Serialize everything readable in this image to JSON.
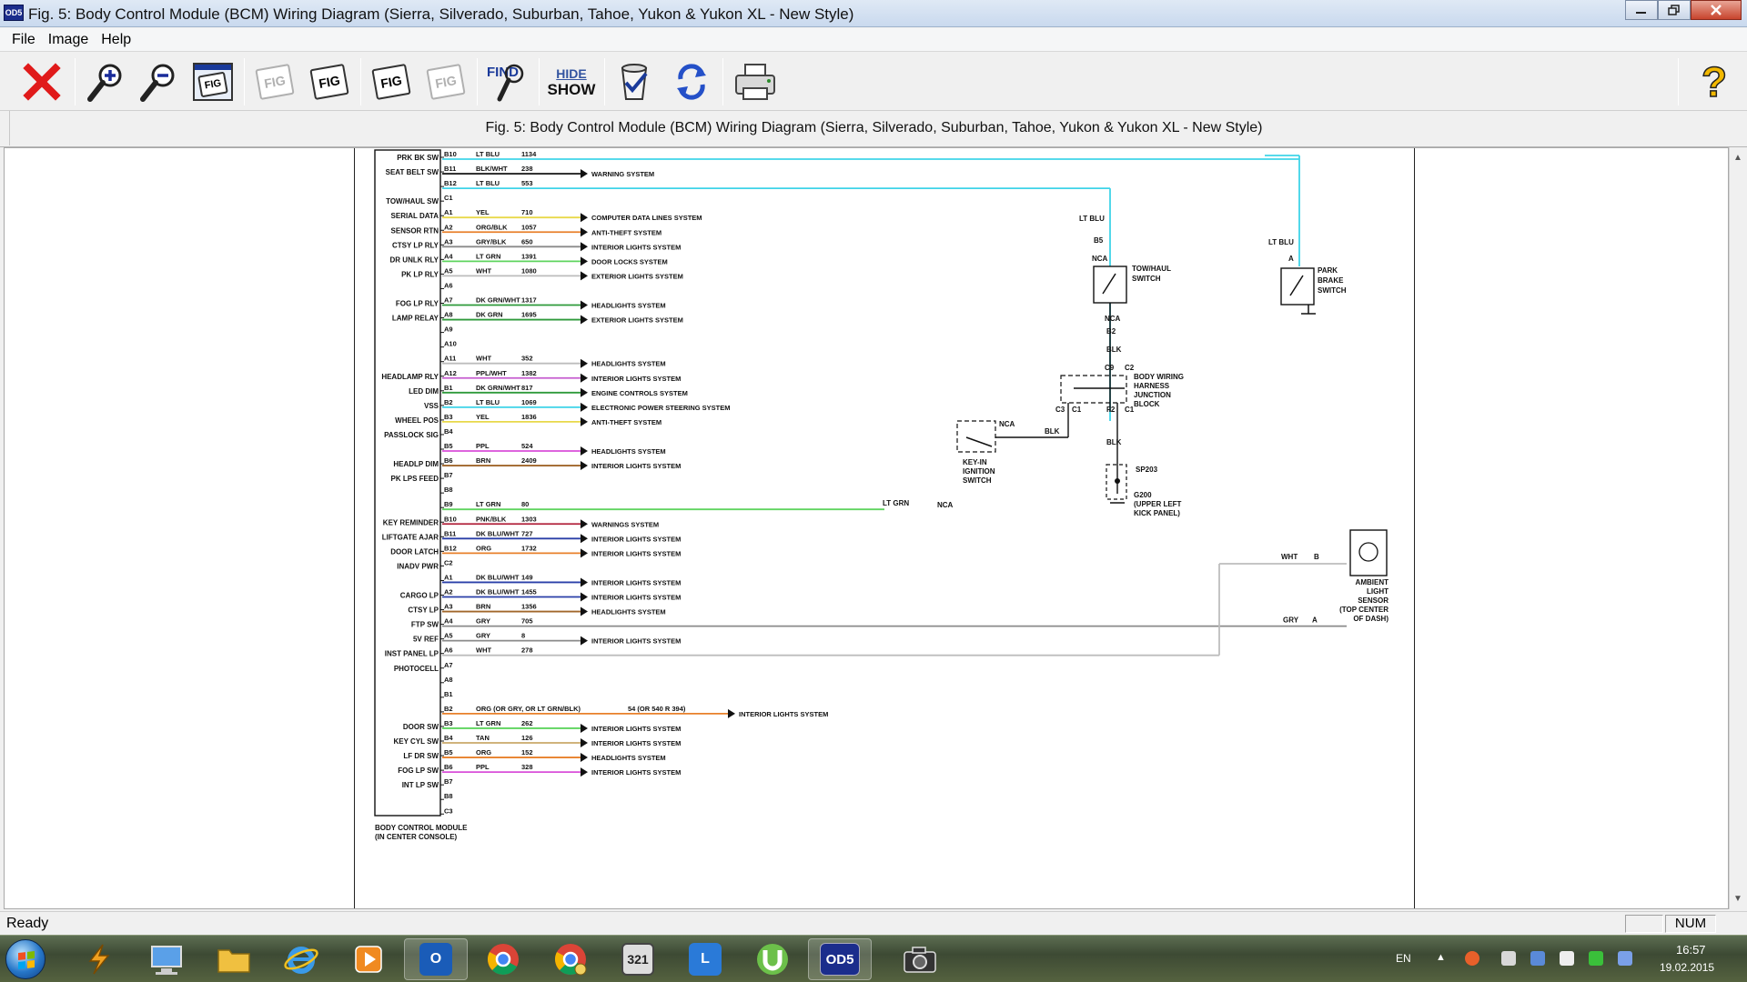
{
  "window": {
    "app_icon": "OD5",
    "title": "Fig. 5: Body Control Module (BCM) Wiring Diagram (Sierra, Silverado, Suburban, Tahoe, Yukon & Yukon XL - New Style)",
    "controls": {
      "minimize": "minimize-icon",
      "restore": "restore-icon",
      "close": "close-icon"
    }
  },
  "menu": {
    "items": [
      "File",
      "Image",
      "Help"
    ]
  },
  "toolbar": {
    "buttons": [
      {
        "name": "close-diagram-button",
        "icon": "red-x-icon"
      },
      {
        "name": "zoom-in-button",
        "icon": "magnifier-plus-icon"
      },
      {
        "name": "zoom-out-button",
        "icon": "magnifier-minus-icon"
      },
      {
        "name": "fig-window-button",
        "icon": "fig-window-icon"
      },
      {
        "name": "fig-previous-button",
        "icon": "fig-faded-icon"
      },
      {
        "name": "fig-select-button",
        "icon": "fig-hand-icon"
      },
      {
        "name": "fig-back-button",
        "icon": "fig-back-icon"
      },
      {
        "name": "fig-forward-button",
        "icon": "fig-forward-faded-icon"
      },
      {
        "name": "find-button",
        "icon": "find-icon"
      },
      {
        "name": "hide-show-button",
        "icon": "hide-show-icon"
      },
      {
        "name": "edit-button",
        "icon": "bucket-check-icon"
      },
      {
        "name": "refresh-button",
        "icon": "refresh-icon"
      },
      {
        "name": "print-button",
        "icon": "printer-icon"
      },
      {
        "name": "help-button",
        "icon": "question-mark-icon"
      }
    ],
    "fig_label": "FIG",
    "find_label": "FIND",
    "hide_label": "HIDE",
    "show_label": "SHOW",
    "help_label": "?"
  },
  "caption": "Fig. 5: Body Control Module (BCM) Wiring Diagram (Sierra, Silverado, Suburban, Tahoe, Yukon & Yukon XL - New Style)",
  "diagram": {
    "module_label_1": "BODY CONTROL MODULE",
    "module_label_2": "(IN CENTER CONSOLE)",
    "circuits": [
      {
        "func": "PRK BK SW",
        "pin": "B10",
        "color": "LT BLU",
        "ckt": "1134",
        "dest": "",
        "wire": "#3fd4e8",
        "arrow": false,
        "route": "parkbrake"
      },
      {
        "func": "SEAT BELT SW",
        "pin": "B11",
        "color": "BLK/WHT",
        "ckt": "238",
        "dest": "WARNING SYSTEM",
        "wire": "#222222",
        "arrow": true
      },
      {
        "func": "",
        "pin": "B12",
        "color": "LT BLU",
        "ckt": "553",
        "dest": "",
        "wire": "#3fd4e8",
        "arrow": false,
        "route": "towhaul"
      },
      {
        "func": "TOW/HAUL SW",
        "pin": "C1",
        "color": "",
        "ckt": "",
        "dest": "",
        "wire": "",
        "arrow": false
      },
      {
        "func": "SERIAL DATA",
        "pin": "A1",
        "color": "YEL",
        "ckt": "710",
        "dest": "COMPUTER DATA LINES SYSTEM",
        "wire": "#e8d84a",
        "arrow": true
      },
      {
        "func": "SENSOR RTN",
        "pin": "A2",
        "color": "ORG/BLK",
        "ckt": "1057",
        "dest": "ANTI-THEFT SYSTEM",
        "wire": "#e8802a",
        "arrow": true
      },
      {
        "func": "CTSY LP RLY",
        "pin": "A3",
        "color": "GRY/BLK",
        "ckt": "650",
        "dest": "INTERIOR LIGHTS SYSTEM",
        "wire": "#8a8a8a",
        "arrow": true
      },
      {
        "func": "DR UNLK RLY",
        "pin": "A4",
        "color": "LT GRN",
        "ckt": "1391",
        "dest": "DOOR LOCKS SYSTEM",
        "wire": "#5fd45f",
        "arrow": true
      },
      {
        "func": "PK LP RLY",
        "pin": "A5",
        "color": "WHT",
        "ckt": "1080",
        "dest": "EXTERIOR LIGHTS SYSTEM",
        "wire": "#bdbdbd",
        "arrow": true
      },
      {
        "func": "",
        "pin": "A6",
        "color": "",
        "ckt": "",
        "dest": "",
        "wire": "",
        "arrow": false
      },
      {
        "func": "FOG LP RLY",
        "pin": "A7",
        "color": "DK GRN/WHT",
        "ckt": "1317",
        "dest": "HEADLIGHTS SYSTEM",
        "wire": "#2e9a3a",
        "arrow": true
      },
      {
        "func": "LAMP RELAY",
        "pin": "A8",
        "color": "DK GRN",
        "ckt": "1695",
        "dest": "EXTERIOR LIGHTS SYSTEM",
        "wire": "#2e9a3a",
        "arrow": true
      },
      {
        "func": "",
        "pin": "A9",
        "color": "",
        "ckt": "",
        "dest": "",
        "wire": "",
        "arrow": false
      },
      {
        "func": "",
        "pin": "A10",
        "color": "",
        "ckt": "",
        "dest": "",
        "wire": "",
        "arrow": false
      },
      {
        "func": "",
        "pin": "A11",
        "color": "WHT",
        "ckt": "352",
        "dest": "HEADLIGHTS SYSTEM",
        "wire": "#bdbdbd",
        "arrow": true
      },
      {
        "func": "HEADLAMP RLY",
        "pin": "A12",
        "color": "PPL/WHT",
        "ckt": "1382",
        "dest": "INTERIOR LIGHTS SYSTEM",
        "wire": "#c55ccf",
        "arrow": true
      },
      {
        "func": "LED DIM",
        "pin": "B1",
        "color": "DK GRN/WHT",
        "ckt": "817",
        "dest": "ENGINE CONTROLS SYSTEM",
        "wire": "#2e9a3a",
        "arrow": true
      },
      {
        "func": "VSS",
        "pin": "B2",
        "color": "LT BLU",
        "ckt": "1069",
        "dest": "ELECTRONIC POWER STEERING SYSTEM",
        "wire": "#3fd4e8",
        "arrow": true
      },
      {
        "func": "WHEEL POS",
        "pin": "B3",
        "color": "YEL",
        "ckt": "1836",
        "dest": "ANTI-THEFT SYSTEM",
        "wire": "#e8d84a",
        "arrow": true
      },
      {
        "func": "PASSLOCK SIG",
        "pin": "B4",
        "color": "",
        "ckt": "",
        "dest": "",
        "wire": "",
        "arrow": false
      },
      {
        "func": "",
        "pin": "B5",
        "color": "PPL",
        "ckt": "524",
        "dest": "HEADLIGHTS SYSTEM",
        "wire": "#d94fd9",
        "arrow": true
      },
      {
        "func": "HEADLP DIM",
        "pin": "B6",
        "color": "BRN",
        "ckt": "2409",
        "dest": "INTERIOR LIGHTS SYSTEM",
        "wire": "#a0662a",
        "arrow": true
      },
      {
        "func": "PK LPS FEED",
        "pin": "B7",
        "color": "",
        "ckt": "",
        "dest": "",
        "wire": "",
        "arrow": false
      },
      {
        "func": "",
        "pin": "B8",
        "color": "",
        "ckt": "",
        "dest": "",
        "wire": "",
        "arrow": false
      },
      {
        "func": "",
        "pin": "B9",
        "color": "LT GRN",
        "ckt": "80",
        "dest": "",
        "wire": "#5fd45f",
        "arrow": false,
        "route": "keyin"
      },
      {
        "func": "KEY REMINDER",
        "pin": "B10",
        "color": "PNK/BLK",
        "ckt": "1303",
        "dest": "WARNINGS SYSTEM",
        "wire": "#b0203a",
        "arrow": true
      },
      {
        "func": "LIFTGATE AJAR",
        "pin": "B11",
        "color": "DK BLU/WHT",
        "ckt": "727",
        "dest": "INTERIOR LIGHTS SYSTEM",
        "wire": "#2a3fa8",
        "arrow": true
      },
      {
        "func": "DOOR LATCH",
        "pin": "B12",
        "color": "ORG",
        "ckt": "1732",
        "dest": "INTERIOR LIGHTS SYSTEM",
        "wire": "#e8802a",
        "arrow": true
      },
      {
        "func": "INADV PWR",
        "pin": "C2",
        "color": "",
        "ckt": "",
        "dest": "",
        "wire": "",
        "arrow": false
      },
      {
        "func": "",
        "pin": "A1",
        "color": "DK BLU/WHT",
        "ckt": "149",
        "dest": "INTERIOR LIGHTS SYSTEM",
        "wire": "#2a3fa8",
        "arrow": true
      },
      {
        "func": "CARGO LP",
        "pin": "A2",
        "color": "DK BLU/WHT",
        "ckt": "1455",
        "dest": "INTERIOR LIGHTS SYSTEM",
        "wire": "#2a3fa8",
        "arrow": true
      },
      {
        "func": "CTSY LP",
        "pin": "A3",
        "color": "BRN",
        "ckt": "1356",
        "dest": "HEADLIGHTS SYSTEM",
        "wire": "#a0662a",
        "arrow": true
      },
      {
        "func": "FTP SW",
        "pin": "A4",
        "color": "GRY",
        "ckt": "705",
        "dest": "",
        "wire": "#8a8a8a",
        "arrow": false,
        "route": "ambient_a"
      },
      {
        "func": "5V REF",
        "pin": "A5",
        "color": "GRY",
        "ckt": "8",
        "dest": "INTERIOR LIGHTS SYSTEM",
        "wire": "#8a8a8a",
        "arrow": true
      },
      {
        "func": "INST PANEL LP",
        "pin": "A6",
        "color": "WHT",
        "ckt": "278",
        "dest": "",
        "wire": "#bdbdbd",
        "arrow": false,
        "route": "ambient_b"
      },
      {
        "func": "PHOTOCELL",
        "pin": "A7",
        "color": "",
        "ckt": "",
        "dest": "",
        "wire": "",
        "arrow": false
      },
      {
        "func": "",
        "pin": "A8",
        "color": "",
        "ckt": "",
        "dest": "",
        "wire": "",
        "arrow": false
      },
      {
        "func": "",
        "pin": "B1",
        "color": "",
        "ckt": "",
        "dest": "",
        "wire": "",
        "arrow": false
      },
      {
        "func": "",
        "pin": "B2",
        "color": "ORG (OR GRY, OR LT GRN/BLK)",
        "ckt": "54 (OR 540 R 394)",
        "dest": "INTERIOR LIGHTS SYSTEM",
        "wire": "#e8802a",
        "arrow": true,
        "long": true
      },
      {
        "func": "DOOR SW",
        "pin": "B3",
        "color": "LT GRN",
        "ckt": "262",
        "dest": "INTERIOR LIGHTS SYSTEM",
        "wire": "#5fd45f",
        "arrow": true
      },
      {
        "func": "KEY CYL SW",
        "pin": "B4",
        "color": "TAN",
        "ckt": "126",
        "dest": "INTERIOR LIGHTS SYSTEM",
        "wire": "#c9a86a",
        "arrow": true
      },
      {
        "func": "LF DR SW",
        "pin": "B5",
        "color": "ORG",
        "ckt": "152",
        "dest": "HEADLIGHTS SYSTEM",
        "wire": "#e8802a",
        "arrow": true
      },
      {
        "func": "FOG LP SW",
        "pin": "B6",
        "color": "PPL",
        "ckt": "328",
        "dest": "INTERIOR LIGHTS SYSTEM",
        "wire": "#d94fd9",
        "arrow": true
      },
      {
        "func": "INT LP SW",
        "pin": "B7",
        "color": "",
        "ckt": "",
        "dest": "",
        "wire": "",
        "arrow": false
      },
      {
        "func": "",
        "pin": "B8",
        "color": "",
        "ckt": "",
        "dest": "",
        "wire": "",
        "arrow": false
      },
      {
        "func": "",
        "pin": "C3",
        "color": "",
        "ckt": "",
        "dest": "",
        "wire": "",
        "arrow": false
      }
    ],
    "components": {
      "towhaul_wire_label": "LT BLU",
      "towhaul_pin_top": "B5",
      "towhaul_nca_top": "NCA",
      "towhaul_name_1": "TOW/HAUL",
      "towhaul_name_2": "SWITCH",
      "towhaul_nca_bottom": "NCA",
      "towhaul_pin_bottom": "B2",
      "towhaul_blk": "BLK",
      "parkbrake_wire_label": "LT BLU",
      "parkbrake_pin": "A",
      "parkbrake_name_1": "PARK",
      "parkbrake_name_2": "BRAKE",
      "parkbrake_name_3": "SWITCH",
      "junction_c9": "C9",
      "junction_c2": "C2",
      "junction_name_1": "BODY WIRING",
      "junction_name_2": "HARNESS",
      "junction_name_3": "JUNCTION",
      "junction_name_4": "BLOCK",
      "junction_c3": "C3",
      "junction_c1": "C1",
      "junction_f2": "F2",
      "junction_c1b": "C1",
      "keyin_wire_label": "LT GRN",
      "keyin_nca_left": "NCA",
      "keyin_nca_right": "NCA",
      "keyin_blk": "BLK",
      "keyin_name_1": "KEY-IN",
      "keyin_name_2": "IGNITION",
      "keyin_name_3": "SWITCH",
      "ground_blk": "BLK",
      "splice": "SP203",
      "ground": "G200",
      "ground_note_1": "(UPPER LEFT",
      "ground_note_2": "KICK PANEL)",
      "ambient_gry": "GRY",
      "ambient_pin_a": "A",
      "ambient_wht": "WHT",
      "ambient_pin_b": "B",
      "ambient_name_1": "AMBIENT",
      "ambient_name_2": "LIGHT",
      "ambient_name_3": "SENSOR",
      "ambient_name_4": "(TOP CENTER",
      "ambient_name_5": "OF DASH)"
    }
  },
  "status": {
    "text": "Ready",
    "num": "NUM"
  },
  "taskbar": {
    "apps": [
      {
        "name": "taskbar-winamp",
        "icon": "lightning-icon",
        "label": ""
      },
      {
        "name": "taskbar-computer",
        "icon": "computer-icon",
        "label": ""
      },
      {
        "name": "taskbar-explorer",
        "icon": "folder-icon",
        "label": ""
      },
      {
        "name": "taskbar-ie",
        "icon": "internet-explorer-icon",
        "label": ""
      },
      {
        "name": "taskbar-media",
        "icon": "media-player-icon",
        "label": ""
      },
      {
        "name": "taskbar-outlook",
        "icon": "outlook-icon",
        "label": ""
      },
      {
        "name": "taskbar-chrome",
        "icon": "chrome-icon",
        "label": ""
      },
      {
        "name": "taskbar-chrome-user",
        "icon": "chrome-user-icon",
        "label": ""
      },
      {
        "name": "taskbar-321",
        "icon": "clapper-icon",
        "label": "321"
      },
      {
        "name": "taskbar-lync",
        "icon": "lync-icon",
        "label": "L"
      },
      {
        "name": "taskbar-utorrent",
        "icon": "utorrent-icon",
        "label": ""
      },
      {
        "name": "taskbar-od5",
        "icon": "od5-icon",
        "label": "OD5"
      },
      {
        "name": "taskbar-camera",
        "icon": "camera-icon",
        "label": ""
      }
    ],
    "lang": "EN",
    "time": "16:57",
    "date": "19.02.2015"
  }
}
